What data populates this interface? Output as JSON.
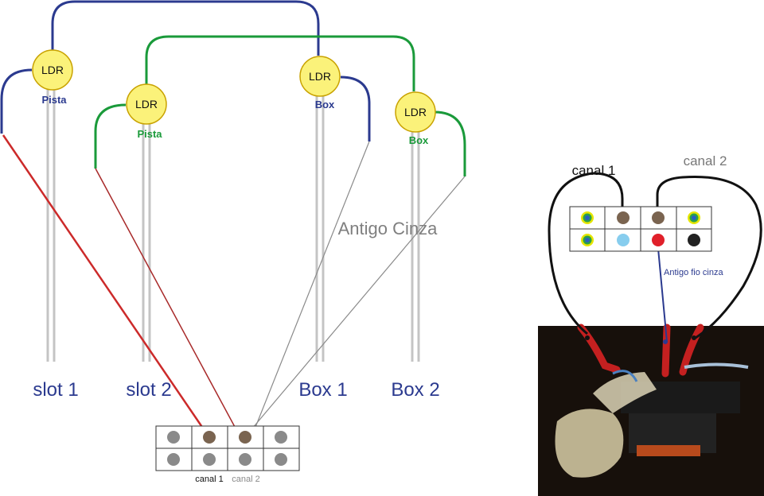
{
  "ldrs": [
    {
      "label": "LDR",
      "tag": "Pista",
      "tag_color": "#2b3a8f"
    },
    {
      "label": "LDR",
      "tag": "Pista",
      "tag_color": "#1a9a3a"
    },
    {
      "label": "LDR",
      "tag": "Box",
      "tag_color": "#2b3a8f"
    },
    {
      "label": "LDR",
      "tag": "Box",
      "tag_color": "#1a9a3a"
    }
  ],
  "slot_labels": [
    "slot 1",
    "slot 2",
    "Box 1",
    "Box 2"
  ],
  "note": "Antigo Cinza",
  "connector_bottom": {
    "canal1": "canal 1",
    "canal2": "canal 2"
  },
  "connector_right": {
    "canal1": "canal 1",
    "canal2": "canal 2",
    "note": "Antigo fio cinza"
  },
  "colors": {
    "blue": "#2b3a8f",
    "green": "#1a9a3a",
    "red": "#cc2a2a",
    "ldr_fill": "#fbf27a",
    "ldr_stroke": "#c9a200",
    "brown": "#7a6450"
  }
}
